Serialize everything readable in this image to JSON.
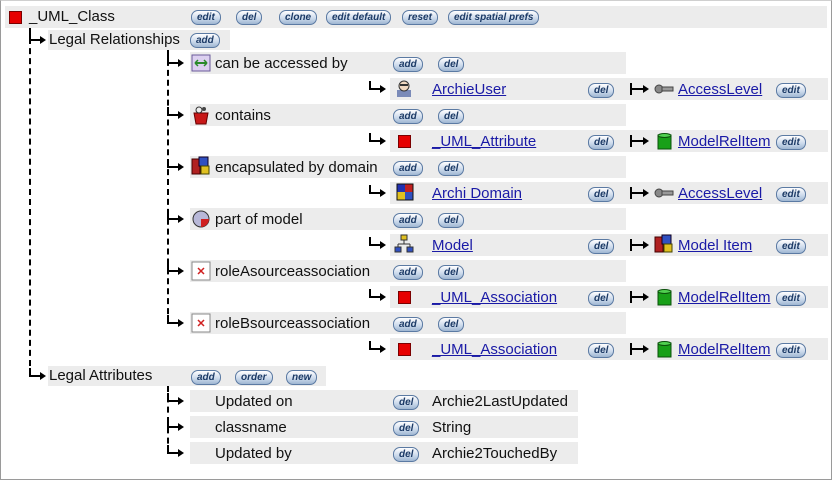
{
  "root": {
    "title": "_UML_Class",
    "buttons": [
      "edit",
      "del",
      "clone",
      "edit default",
      "reset",
      "edit spatial prefs"
    ]
  },
  "legal_relationships": {
    "label": "Legal Relationships",
    "add": "add",
    "items": [
      {
        "name": "can be accessed by",
        "icon": "connector-icon",
        "add": "add",
        "del": "del",
        "target": {
          "name": "ArchieUser",
          "icon": "user-icon",
          "del": "del",
          "rel": "AccessLevel",
          "rel_icon": "key-icon",
          "edit": "edit"
        }
      },
      {
        "name": "contains",
        "icon": "contains-icon",
        "add": "add",
        "del": "del",
        "target": {
          "name": "_UML_Attribute",
          "icon": "red-square-icon",
          "del": "del",
          "rel": "ModelRelItem",
          "rel_icon": "green-cylinder-icon",
          "edit": "edit"
        }
      },
      {
        "name": "encapsulated by domain",
        "icon": "domain-icon",
        "add": "add",
        "del": "del",
        "target": {
          "name": "Archi Domain",
          "icon": "cube-icon",
          "del": "del",
          "rel": "AccessLevel",
          "rel_icon": "key-icon",
          "edit": "edit"
        }
      },
      {
        "name": "part of model",
        "icon": "model-part-icon",
        "add": "add",
        "del": "del",
        "target": {
          "name": "Model",
          "icon": "hierarchy-icon",
          "del": "del",
          "rel": "Model Item",
          "rel_icon": "model-item-icon",
          "edit": "edit"
        }
      },
      {
        "name": "roleAsourceassociation",
        "icon": "broken-image-icon",
        "add": "add",
        "del": "del",
        "target": {
          "name": "_UML_Association",
          "icon": "red-square-icon",
          "del": "del",
          "rel": "ModelRelItem",
          "rel_icon": "green-cylinder-icon",
          "edit": "edit"
        }
      },
      {
        "name": "roleBsourceassociation",
        "icon": "broken-image-icon",
        "add": "add",
        "del": "del",
        "target": {
          "name": "_UML_Association",
          "icon": "red-square-icon",
          "del": "del",
          "rel": "ModelRelItem",
          "rel_icon": "green-cylinder-icon",
          "edit": "edit"
        }
      }
    ]
  },
  "legal_attributes": {
    "label": "Legal Attributes",
    "buttons": [
      "add",
      "order",
      "new"
    ],
    "items": [
      {
        "name": "Updated on",
        "del": "del",
        "type": "Archie2LastUpdated"
      },
      {
        "name": "classname",
        "del": "del",
        "type": "String"
      },
      {
        "name": "Updated by",
        "del": "del",
        "type": "Archie2TouchedBy"
      }
    ]
  },
  "colors": {
    "button_text": "#1c3a66",
    "link": "#1a1aa6",
    "row_bg": "#ececec",
    "accent_red": "#e60000"
  }
}
